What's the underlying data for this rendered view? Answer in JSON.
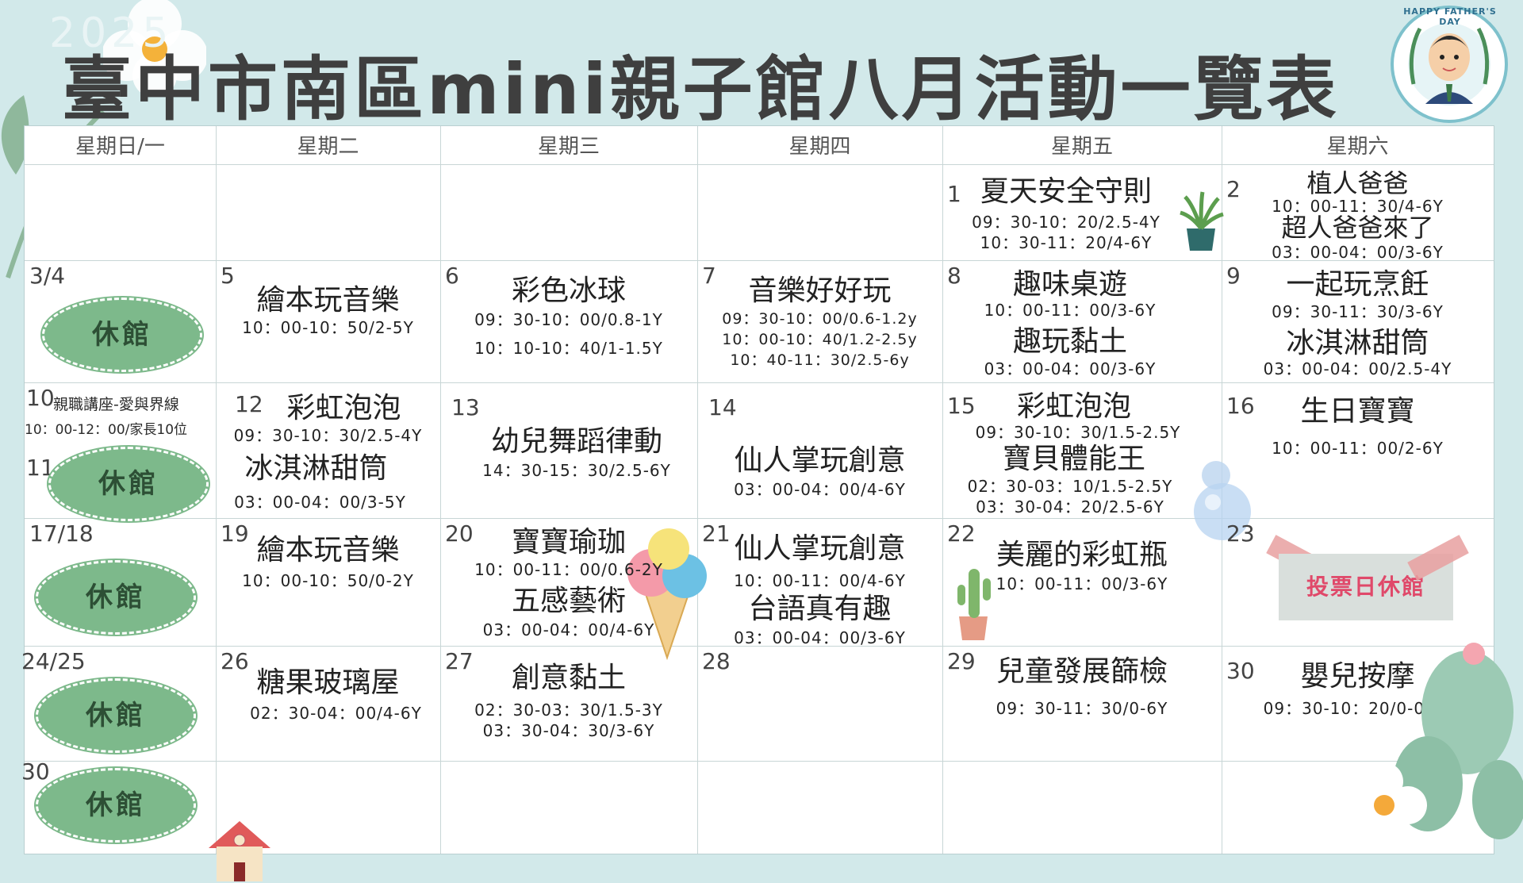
{
  "header": {
    "year": "2025",
    "title": "臺中市南區mini親子館八月活動一覽表",
    "badge_text": "HAPPY FATHER'S DAY"
  },
  "weekdays": [
    "星期日/一",
    "星期二",
    "星期三",
    "星期四",
    "星期五",
    "星期六"
  ],
  "closed_label": "休館",
  "colors": {
    "background": "#d2e9ea",
    "closed_oval": "#7db98b",
    "vote_note_text": "#e0496a"
  },
  "weeks": {
    "w1": {
      "fri": {
        "date": "1",
        "a1": "夏天安全守則",
        "t1": "09：30-10：20/2.5-4Y",
        "t2": "10：30-11：20/4-6Y"
      },
      "sat": {
        "date": "2",
        "a1": "植人爸爸",
        "t1": "10：00-11：30/4-6Y",
        "a2": "超人爸爸來了",
        "t2": "03：00-04：00/3-6Y"
      }
    },
    "w2": {
      "sun": {
        "date": "3/4"
      },
      "tue": {
        "date": "5",
        "a1": "繪本玩音樂",
        "t1": "10：00-10：50/2-5Y"
      },
      "wed": {
        "date": "6",
        "a1": "彩色冰球",
        "t1": "09：30-10：00/0.8-1Y",
        "t2": "10：10-10：40/1-1.5Y"
      },
      "thu": {
        "date": "7",
        "a1": "音樂好好玩",
        "t1": "09：30-10：00/0.6-1.2y",
        "t2": "10：00-10：40/1.2-2.5y",
        "t3": "10：40-11：30/2.5-6y"
      },
      "fri": {
        "date": "8",
        "a1": "趣味桌遊",
        "t1": "10：00-11：00/3-6Y",
        "a2": "趣玩黏土",
        "t2": "03：00-04：00/3-6Y"
      },
      "sat": {
        "date": "9",
        "a1": "一起玩烹飪",
        "t1": "09：30-11：30/3-6Y",
        "a2": "冰淇淋甜筒",
        "t2": "03：00-04：00/2.5-4Y"
      }
    },
    "w3": {
      "sun": {
        "date": "10",
        "a1": "親職講座-愛與界線",
        "t1": "10：00-12：00/家長10位",
        "date2": "11"
      },
      "tue": {
        "date": "12",
        "a1": "彩虹泡泡",
        "t1": "09：30-10：30/2.5-4Y",
        "a2": "冰淇淋甜筒",
        "t2": "03：00-04：00/3-5Y"
      },
      "wed": {
        "date": "13",
        "a1": "幼兒舞蹈律動",
        "t1": "14：30-15：30/2.5-6Y"
      },
      "thu": {
        "date": "14",
        "a1": "仙人掌玩創意",
        "t1": "03：00-04：00/4-6Y"
      },
      "fri": {
        "date": "15",
        "a1": "彩虹泡泡",
        "t1": "09：30-10：30/1.5-2.5Y",
        "a2": "寶貝體能王",
        "t2": "02：30-03：10/1.5-2.5Y",
        "t3": "03：30-04：20/2.5-6Y"
      },
      "sat": {
        "date": "16",
        "a1": "生日寶寶",
        "t1": "10：00-11：00/2-6Y"
      }
    },
    "w4": {
      "sun": {
        "date": "17/18"
      },
      "tue": {
        "date": "19",
        "a1": "繪本玩音樂",
        "t1": "10：00-10：50/0-2Y"
      },
      "wed": {
        "date": "20",
        "a1": "寶寶瑜珈",
        "t1": "10：00-11：00/0.6-2Y",
        "a2": "五感藝術",
        "t2": "03：00-04：00/4-6Y"
      },
      "thu": {
        "date": "21",
        "a1": "仙人掌玩創意",
        "t1": "10：00-11：00/4-6Y",
        "a2": "台語真有趣",
        "t2": "03：00-04：00/3-6Y"
      },
      "fri": {
        "date": "22",
        "a1": "美麗的彩虹瓶",
        "t1": "10：00-11：00/3-6Y"
      },
      "sat": {
        "date": "23",
        "note": "投票日休館"
      }
    },
    "w5": {
      "sun": {
        "date": "24/25"
      },
      "tue": {
        "date": "26",
        "a1": "糖果玻璃屋",
        "t1": "02：30-04：00/4-6Y"
      },
      "wed": {
        "date": "27",
        "a1": "創意黏土",
        "t1": "02：30-03：30/1.5-3Y",
        "t2": "03：30-04：30/3-6Y"
      },
      "thu": {
        "date": "28"
      },
      "fri": {
        "date": "29",
        "a1": "兒童發展篩檢",
        "t1": "09：30-11：30/0-6Y"
      },
      "sat": {
        "date": "30",
        "a1": "嬰兒按摩",
        "t1": "09：30-10：20/0-0.8Y"
      }
    },
    "w6": {
      "sun": {
        "date": "30"
      }
    }
  }
}
